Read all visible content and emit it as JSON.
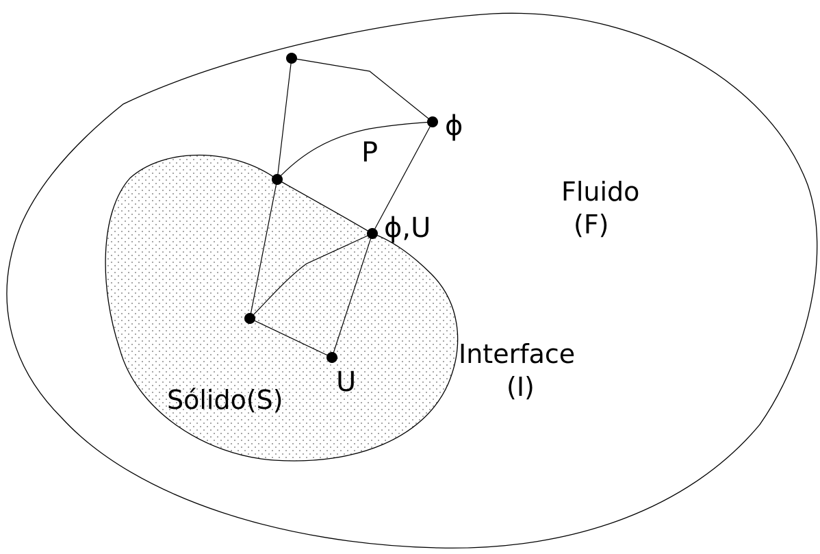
{
  "diagram": {
    "labels": {
      "fluid_name": "Fluido",
      "fluid_symbol": "(F)",
      "solid": "Sólido(S)",
      "interface_name": "Interface",
      "interface_symbol": "(I)",
      "element_p": "P",
      "node_phi_top": "ϕ",
      "node_phi_u": "ϕ,U",
      "node_u": "U"
    },
    "colors": {
      "stroke": "#000000",
      "solid_fill": "#f4f4f4",
      "dots": "#555555",
      "background": "#ffffff"
    }
  }
}
